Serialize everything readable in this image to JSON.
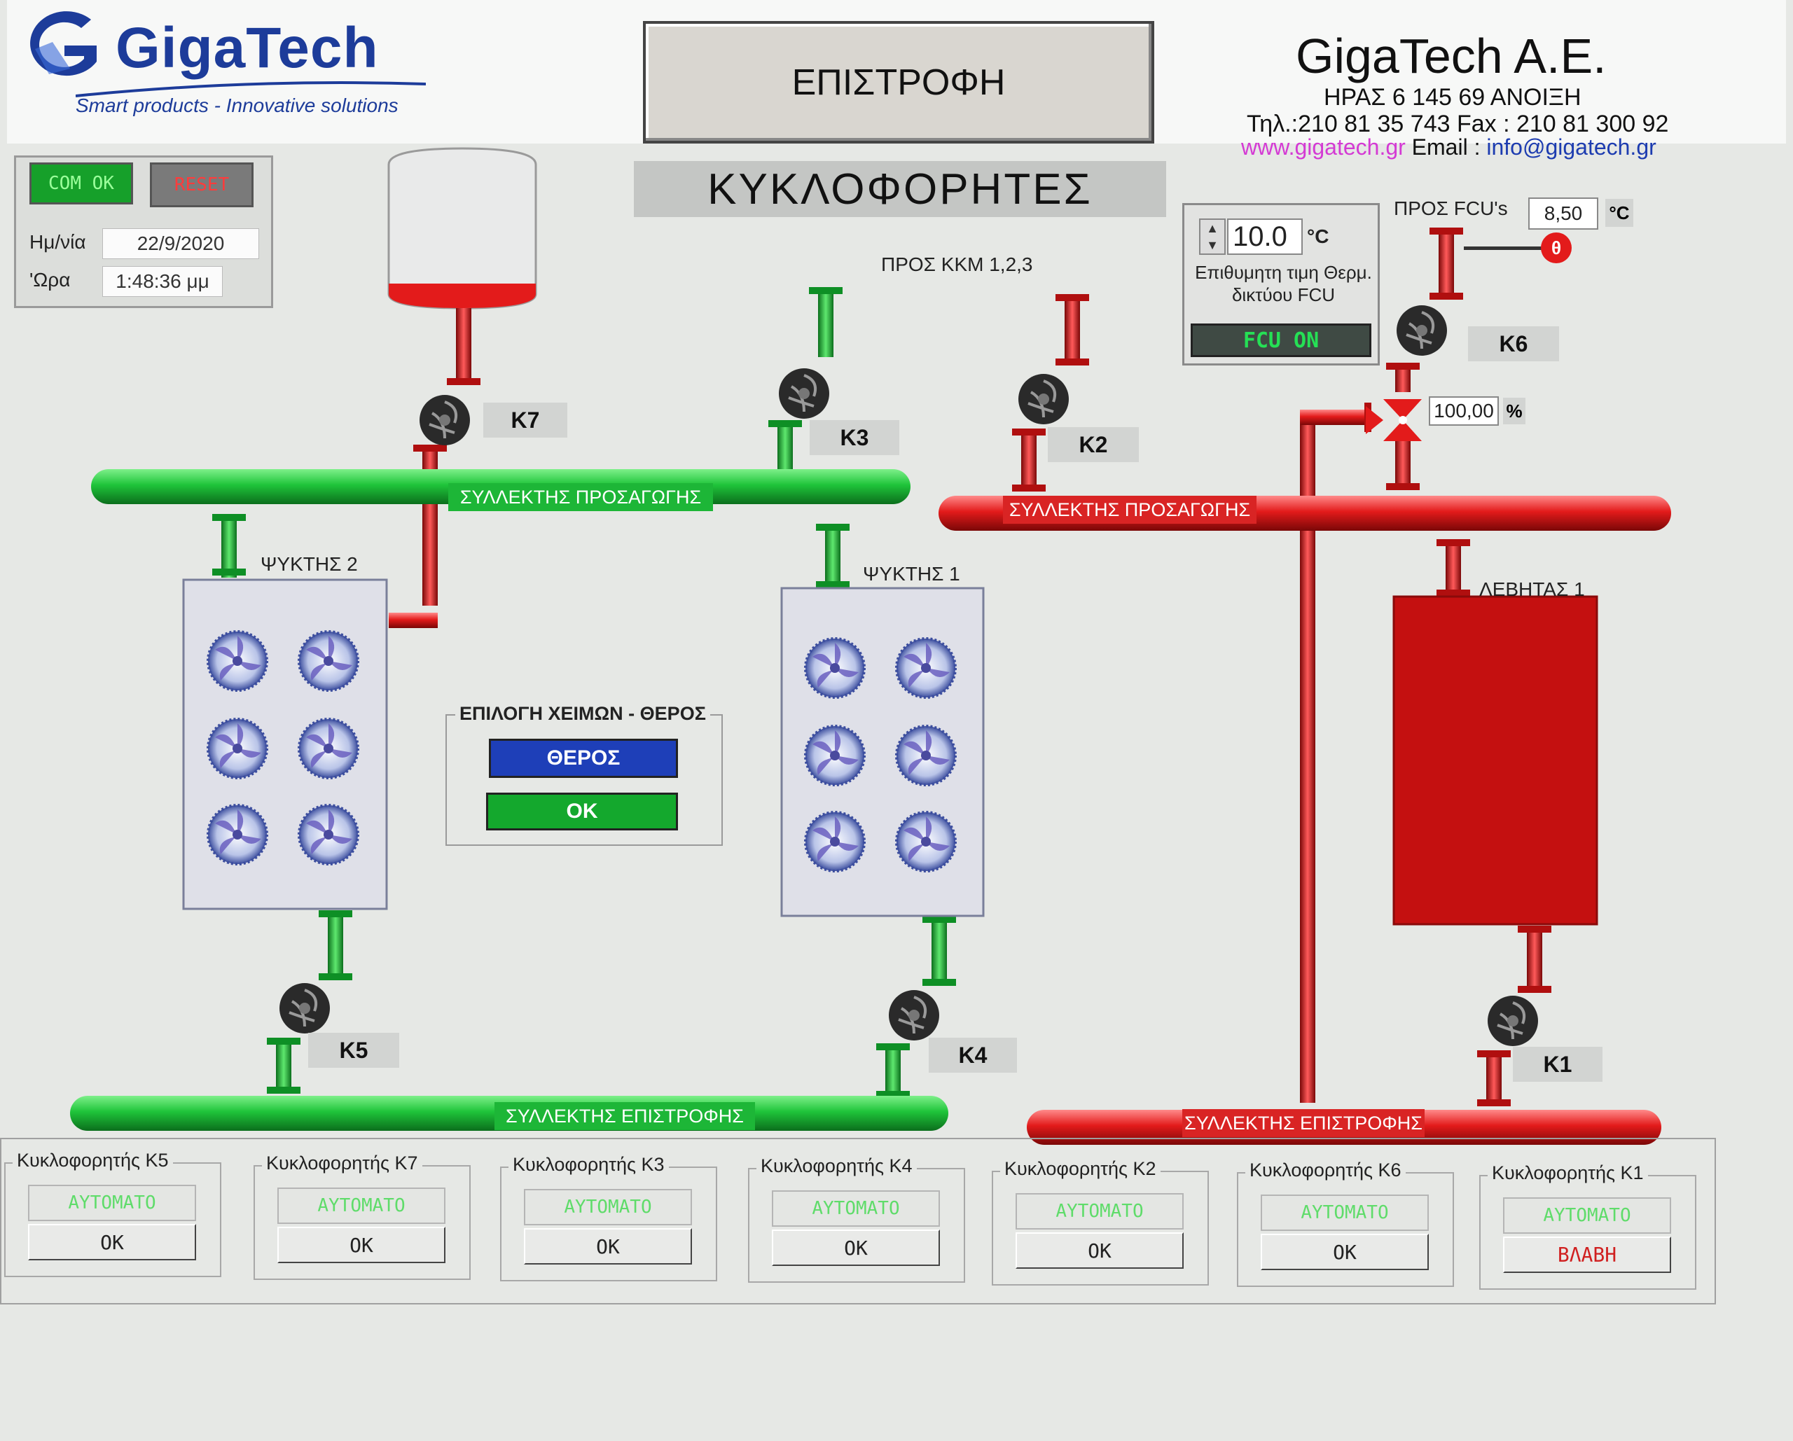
{
  "header": {
    "logo_text": "GigaTech",
    "logo_tagline": "Smart products - Innovative solutions",
    "back_button": "ΕΠΙΣΤΡΟΦΗ",
    "company_name": "GigaTech A.E.",
    "address": "ΗΡΑΣ 6 145 69 ΑΝΟΙΞΗ",
    "phone_fax": "Τηλ.:210 81 35 743 Fax : 210 81 300 92",
    "website": "www.gigatech.gr",
    "email_label": "Email :",
    "email": "info@gigatech.gr"
  },
  "system": {
    "com_status": "COM OK",
    "reset_label": "RESET",
    "date_label": "Ημ/νία",
    "date_value": "22/9/2020",
    "time_label": "'Ωρα",
    "time_value": "1:48:36 μμ"
  },
  "title": "ΚΥΚΛΟΦΟΡΗΤΕΣ",
  "labels": {
    "to_kkm": "ΠΡΟΣ ΚΚΜ 1,2,3",
    "to_fcu": "ΠΡΟΣ FCU's",
    "supply_collector_cold": "ΣΥΛΛΕΚΤΗΣ ΠΡΟΣΑΓΩΓΗΣ",
    "supply_collector_hot": "ΣΥΛΛΕΚΤΗΣ ΠΡΟΣΑΓΩΓΗΣ",
    "return_collector_cold": "ΣΥΛΛΕΚΤΗΣ ΕΠΙΣΤΡΟΦΗΣ",
    "return_collector_hot": "ΣΥΛΛΕΚΤΗΣ ΕΠΙΣΤΡΟΦΗΣ",
    "chiller2": "ΨΥΚΤΗΣ 2",
    "chiller1": "ΨΥΚΤΗΣ 1",
    "boiler1": "ΛΕΒΗΤΑΣ 1"
  },
  "pumps": {
    "k1": "K1",
    "k2": "K2",
    "k3": "K3",
    "k4": "K4",
    "k5": "K5",
    "k6": "K6",
    "k7": "K7"
  },
  "fcu": {
    "setpoint_value": "10.0",
    "setpoint_unit": "°C",
    "setpoint_desc_1": "Επιθυμητη τιμη Θερμ.",
    "setpoint_desc_2": "δικτύου FCU",
    "status": "FCU ON",
    "temperature": "8,50",
    "temperature_unit": "°C",
    "valve_percent": "100,00",
    "valve_unit": "%",
    "sensor_symbol": "θ"
  },
  "season": {
    "group_title": "ΕΠΙΛΟΓΗ ΧΕΙΜΩΝ - ΘΕΡΟΣ",
    "mode_button": "ΘΕΡΟΣ",
    "ok_button": "OK"
  },
  "status_groups": [
    {
      "title": "Κυκλοφορητής K5",
      "mode": "ΑΥΤΟΜΑΤΟ",
      "state": "OK"
    },
    {
      "title": "Κυκλοφορητής K7",
      "mode": "ΑΥΤΟΜΑΤΟ",
      "state": "OK"
    },
    {
      "title": "Κυκλοφορητής K3",
      "mode": "ΑΥΤΟΜΑΤΟ",
      "state": "OK"
    },
    {
      "title": "Κυκλοφορητής K4",
      "mode": "ΑΥΤΟΜΑΤΟ",
      "state": "OK"
    },
    {
      "title": "Κυκλοφορητής K2",
      "mode": "ΑΥΤΟΜΑΤΟ",
      "state": "OK"
    },
    {
      "title": "Κυκλοφορητής K6",
      "mode": "ΑΥΤΟΜΑΤΟ",
      "state": "OK"
    },
    {
      "title": "Κυκλοφορητής K1",
      "mode": "ΑΥΤΟΜΑΤΟ",
      "state": "ΒΛΑΒΗ"
    }
  ],
  "colors": {
    "cold_pipe": "#1fc43a",
    "hot_pipe": "#e31b1b",
    "boiler": "#c41010",
    "accent_blue": "#1e3fb8"
  }
}
